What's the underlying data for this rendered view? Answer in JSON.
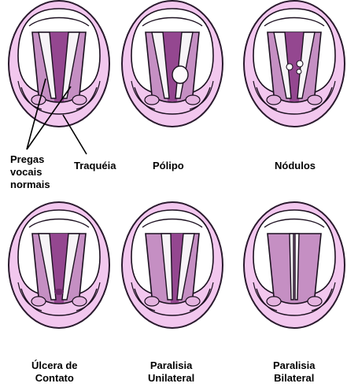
{
  "labels": {
    "pregas_line1": "Pregas",
    "pregas_line2": "vocais",
    "pregas_line3": "normais",
    "traqueia": "Traquéia",
    "polipo": "Pólipo",
    "nodulos": "Nódulos",
    "ulcera_line1": "Úlcera de",
    "ulcera_line2": "Contato",
    "paralisia_uni_line1": "Paralisia",
    "paralisia_uni_line2": "Unilateral",
    "paralisia_bi_line1": "Paralisia",
    "paralisia_bi_line2": "Bilateral"
  },
  "colors": {
    "outer_ring": "#f2c7ee",
    "outer_border": "#2a1a2e",
    "inner_field": "#ffffff",
    "lumen": "#c58fc3",
    "lumen_dark": "#8e3f8b",
    "cord": "#f7f4f7",
    "stroke": "#1c1020"
  }
}
